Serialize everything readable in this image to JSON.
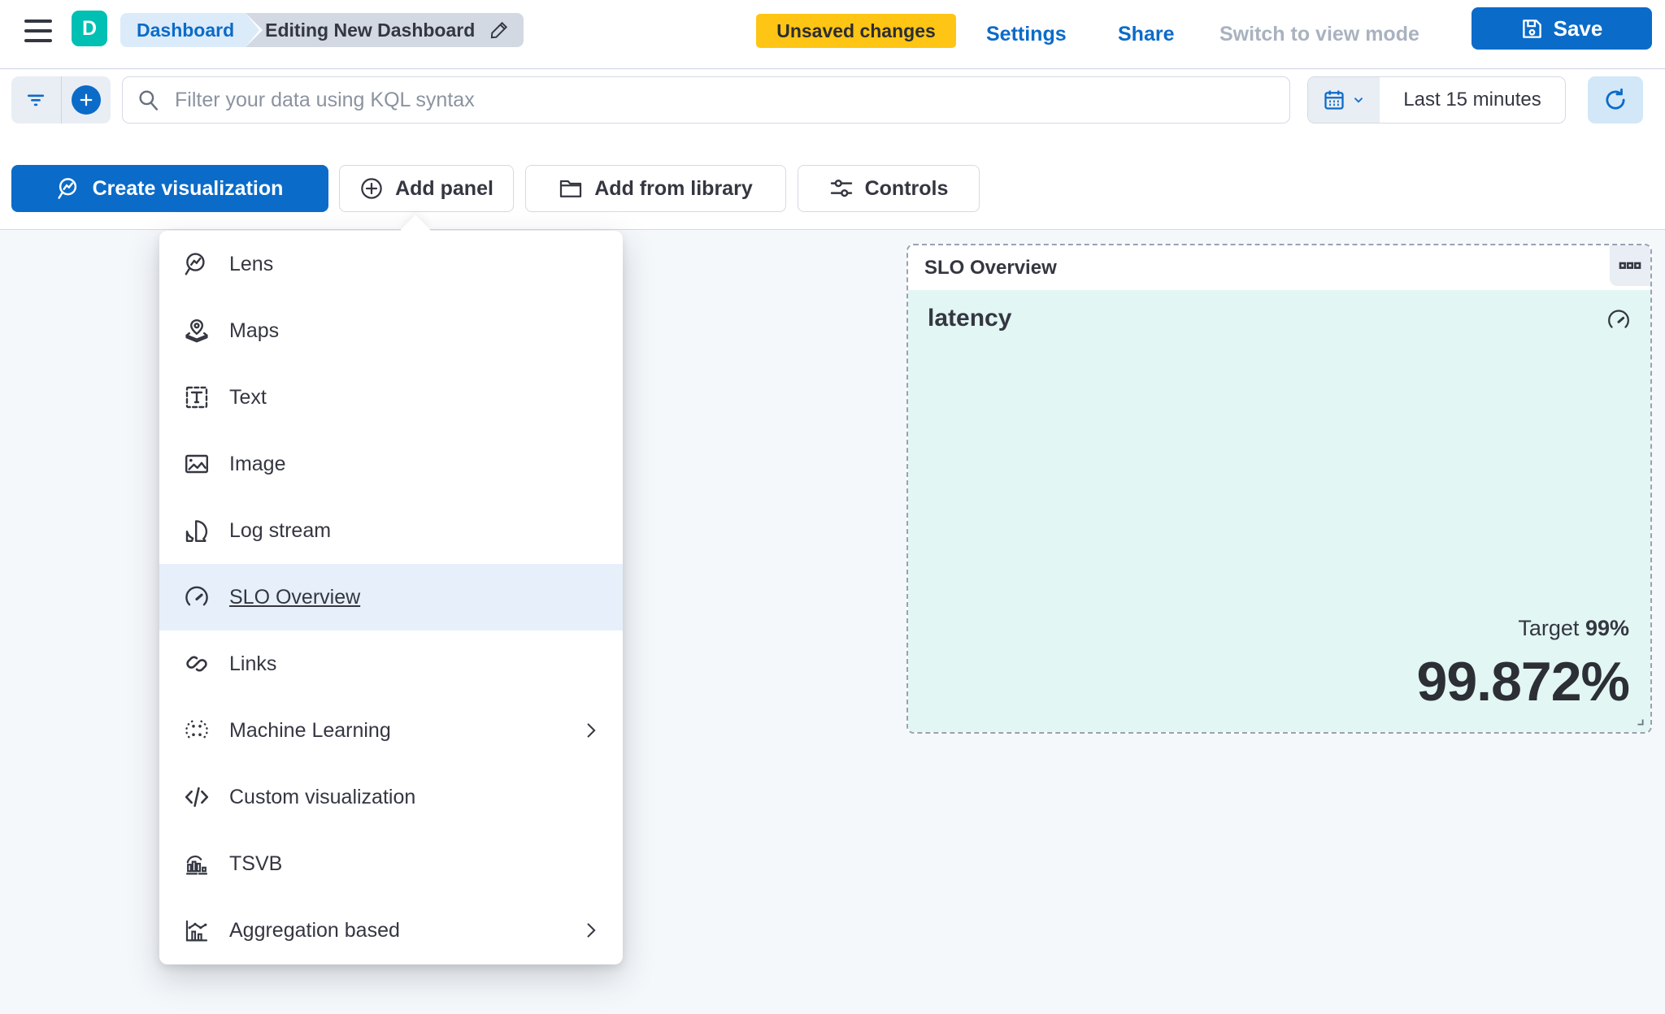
{
  "topbar": {
    "logo_letter": "D",
    "breadcrumbs": [
      {
        "label": "Dashboard"
      },
      {
        "label": "Editing New Dashboard"
      }
    ],
    "unsaved_badge": "Unsaved changes",
    "settings_label": "Settings",
    "share_label": "Share",
    "switch_view_label": "Switch to view mode",
    "save_label": "Save"
  },
  "filter_bar": {
    "kql_placeholder": "Filter your data using KQL syntax",
    "time_range": "Last 15 minutes"
  },
  "toolbar": {
    "create_visualization_label": "Create visualization",
    "add_panel_label": "Add panel",
    "add_from_library_label": "Add from library",
    "controls_label": "Controls"
  },
  "add_panel_menu": {
    "items": [
      {
        "label": "Lens",
        "icon": "lens-icon",
        "selected": false,
        "has_submenu": false
      },
      {
        "label": "Maps",
        "icon": "maps-icon",
        "selected": false,
        "has_submenu": false
      },
      {
        "label": "Text",
        "icon": "text-icon",
        "selected": false,
        "has_submenu": false
      },
      {
        "label": "Image",
        "icon": "image-icon",
        "selected": false,
        "has_submenu": false
      },
      {
        "label": "Log stream",
        "icon": "log-stream-icon",
        "selected": false,
        "has_submenu": false
      },
      {
        "label": "SLO Overview",
        "icon": "gauge-icon",
        "selected": true,
        "has_submenu": false
      },
      {
        "label": "Links",
        "icon": "link-icon",
        "selected": false,
        "has_submenu": false
      },
      {
        "label": "Machine Learning",
        "icon": "machine-learning-icon",
        "selected": false,
        "has_submenu": true
      },
      {
        "label": "Custom visualization",
        "icon": "code-icon",
        "selected": false,
        "has_submenu": false
      },
      {
        "label": "TSVB",
        "icon": "tsvb-icon",
        "selected": false,
        "has_submenu": false
      },
      {
        "label": "Aggregation based",
        "icon": "aggregation-chart-icon",
        "selected": false,
        "has_submenu": true
      }
    ]
  },
  "slo_panel": {
    "title": "SLO Overview",
    "metric_label": "latency",
    "target_label": "Target",
    "target_value": "99%",
    "value": "99.872%"
  },
  "colors": {
    "primary_blue": "#0b6bc9",
    "teal_logo": "#00bfb3",
    "warning_yellow": "#fec514",
    "mint_panel_bg": "#e2f6f3",
    "text_dark": "#343741",
    "menu_highlight": "#e7f0fa",
    "border_gray": "#d3dae6"
  }
}
